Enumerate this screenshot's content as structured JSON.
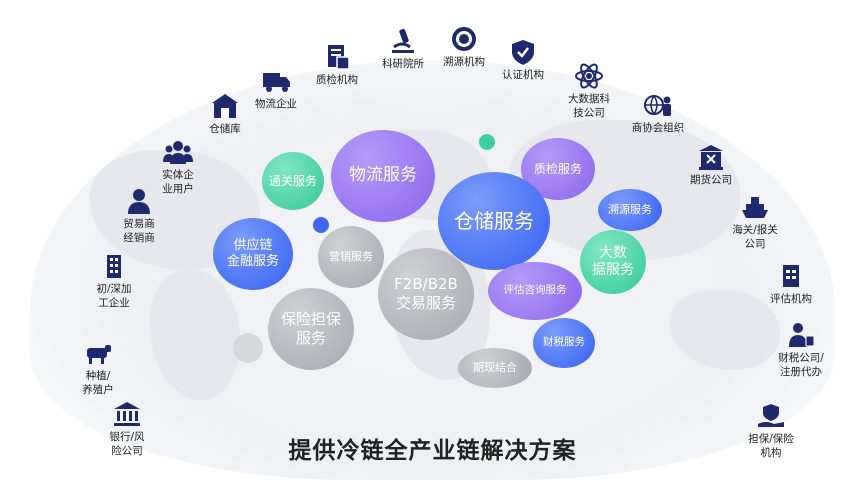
{
  "title": "提供冷链全产业链解决方案",
  "colors": {
    "icon": "#1f2a6e",
    "purple": "#8f6bf0",
    "blue": "#3f67f0",
    "teal": "#3ccf9f",
    "gray": "#a9acb2"
  },
  "nodes": [
    {
      "name": "bank-node",
      "icon": "bank-icon",
      "label": "银行/风\n险公司"
    },
    {
      "name": "farm-node",
      "icon": "cow-icon",
      "label": "种植/\n养殖户"
    },
    {
      "name": "processing-node",
      "icon": "factory-icon",
      "label": "初/深加\n工企业"
    },
    {
      "name": "trader-node",
      "icon": "person-icon",
      "label": "贸易商\n经销商"
    },
    {
      "name": "retail-node",
      "icon": "people-group-icon",
      "label": "实体企\n业用户"
    },
    {
      "name": "warehouse-node",
      "icon": "warehouse-icon",
      "label": "仓储库"
    },
    {
      "name": "logistics-node",
      "icon": "truck-icon",
      "label": "物流企业"
    },
    {
      "name": "quality-node",
      "icon": "document-icon",
      "label": "质检机构"
    },
    {
      "name": "research-node",
      "icon": "microscope-icon",
      "label": "科研院所"
    },
    {
      "name": "trace-node",
      "icon": "target-icon",
      "label": "溯源机构"
    },
    {
      "name": "cert-node",
      "icon": "shield-check-icon",
      "label": "认证机构"
    },
    {
      "name": "bigdata-node",
      "icon": "atom-icon",
      "label": "大数据科\n技公司"
    },
    {
      "name": "association-node",
      "icon": "globe-person-icon",
      "label": "商协会组织"
    },
    {
      "name": "futures-node",
      "icon": "building-icon",
      "label": "期货公司"
    },
    {
      "name": "customs-node",
      "icon": "ship-icon",
      "label": "海关/报关\n公司"
    },
    {
      "name": "appraisal-node",
      "icon": "clipboard-icon",
      "label": "评估机构"
    },
    {
      "name": "accounting-node",
      "icon": "tax-person-icon",
      "label": "财税公司/\n注册代办"
    },
    {
      "name": "insurance-node",
      "icon": "hand-shield-icon",
      "label": "担保/保险\n机构"
    }
  ],
  "bubbles": [
    {
      "name": "bubble-customs-service",
      "label": "通关服务",
      "color": "teal"
    },
    {
      "name": "bubble-logistics-service",
      "label": "物流服务",
      "color": "purple"
    },
    {
      "name": "bubble-quality-service",
      "label": "质检服务",
      "color": "purple"
    },
    {
      "name": "bubble-warehousing-service",
      "label": "仓储服务",
      "color": "blue"
    },
    {
      "name": "bubble-trace-service",
      "label": "溯源服务",
      "color": "blue"
    },
    {
      "name": "bubble-finance-service",
      "label": "供应链\n金融服务",
      "color": "blue"
    },
    {
      "name": "bubble-marketing-service",
      "label": "营销服务",
      "color": "gray"
    },
    {
      "name": "bubble-trade-service",
      "label": "F2B/B2B\n交易服务",
      "color": "gray"
    },
    {
      "name": "bubble-bigdata-service",
      "label": "大数\n据服务",
      "color": "teal"
    },
    {
      "name": "bubble-consulting-service",
      "label": "评估咨询服务",
      "color": "purple"
    },
    {
      "name": "bubble-insurance-service",
      "label": "保险担保\n服务",
      "color": "gray"
    },
    {
      "name": "bubble-finance-tax-service",
      "label": "财税服务",
      "color": "blue"
    },
    {
      "name": "bubble-futures-service",
      "label": "期现结合",
      "color": "gray"
    }
  ]
}
